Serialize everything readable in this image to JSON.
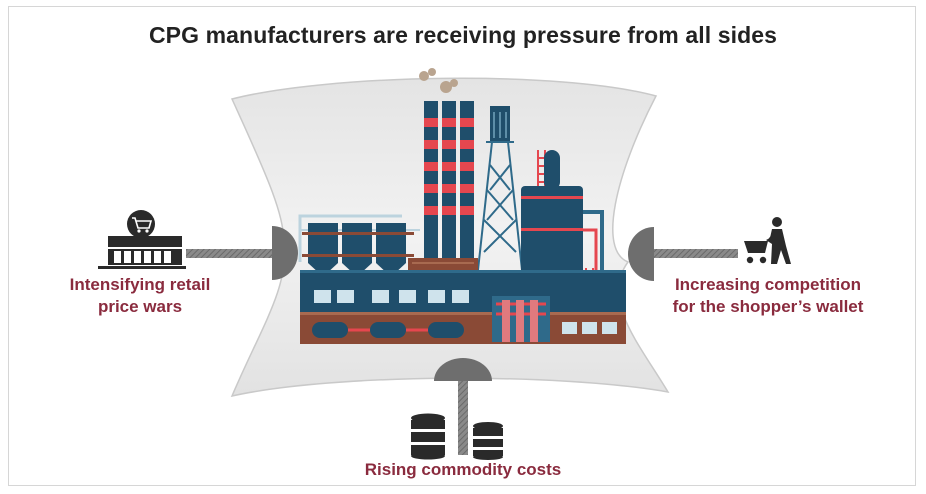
{
  "title": "CPG manufacturers are receiving pressure from all sides",
  "colors": {
    "accent": "#8a2b3e",
    "factory_dark": "#1f4e6b",
    "factory_mid": "#2f6a8a",
    "stripe_red": "#e5474f",
    "brick": "#8a4a36",
    "membrane": "#ececec",
    "plunger": "#707070"
  },
  "pressures": {
    "left": {
      "line1": "Intensifying retail",
      "line2": "price wars",
      "icon": "store-cart-icon"
    },
    "right": {
      "line1": "Increasing competition",
      "line2": "for the shopper’s wallet",
      "icon": "shopper-cart-icon"
    },
    "bottom": {
      "line1": "Rising commodity costs",
      "icon": "oil-barrels-icon"
    }
  }
}
